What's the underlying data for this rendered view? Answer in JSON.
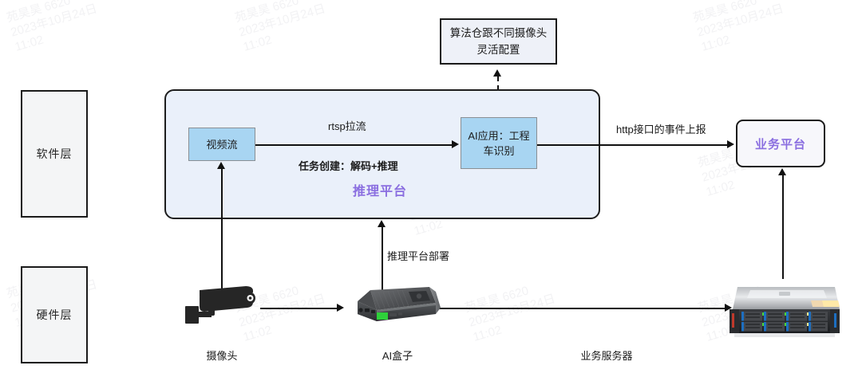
{
  "diagram": {
    "title_purple_inference": "推理平台",
    "layers": [
      {
        "name": "software-layer",
        "label": "软件层"
      },
      {
        "name": "hardware-layer",
        "label": "硬件层"
      }
    ],
    "note_box": {
      "line1": "算法仓跟不同摄像头",
      "line2": "灵活配置"
    },
    "nodes": {
      "video_stream": "视频流",
      "ai_app_line1": "AI应用：工程",
      "ai_app_line2": "车识别",
      "business_platform": "业务平台"
    },
    "edge_labels": {
      "rtsp": "rtsp拉流",
      "task_create": "任务创建：解码+推理",
      "http_report": "http接口的事件上报",
      "deploy": "推理平台部署"
    },
    "devices": [
      {
        "name": "camera",
        "label": "摄像头",
        "icon": "cctv-camera-icon"
      },
      {
        "name": "ai-box",
        "label": "AI盒子",
        "icon": "edge-ai-box-icon"
      },
      {
        "name": "business-server",
        "label": "业务服务器",
        "icon": "rack-server-icon"
      }
    ],
    "colors": {
      "node_blue": "#a8d5f2",
      "container_blue": "#eaf0fa",
      "accent_purple": "#8a6ee0",
      "stroke_dark": "#1a1a1a",
      "layer_fill": "#f4f5f6"
    },
    "watermark": {
      "line1": "苑昊昊 6620",
      "line2": "2023年10月24日",
      "line3": "11:02"
    }
  }
}
